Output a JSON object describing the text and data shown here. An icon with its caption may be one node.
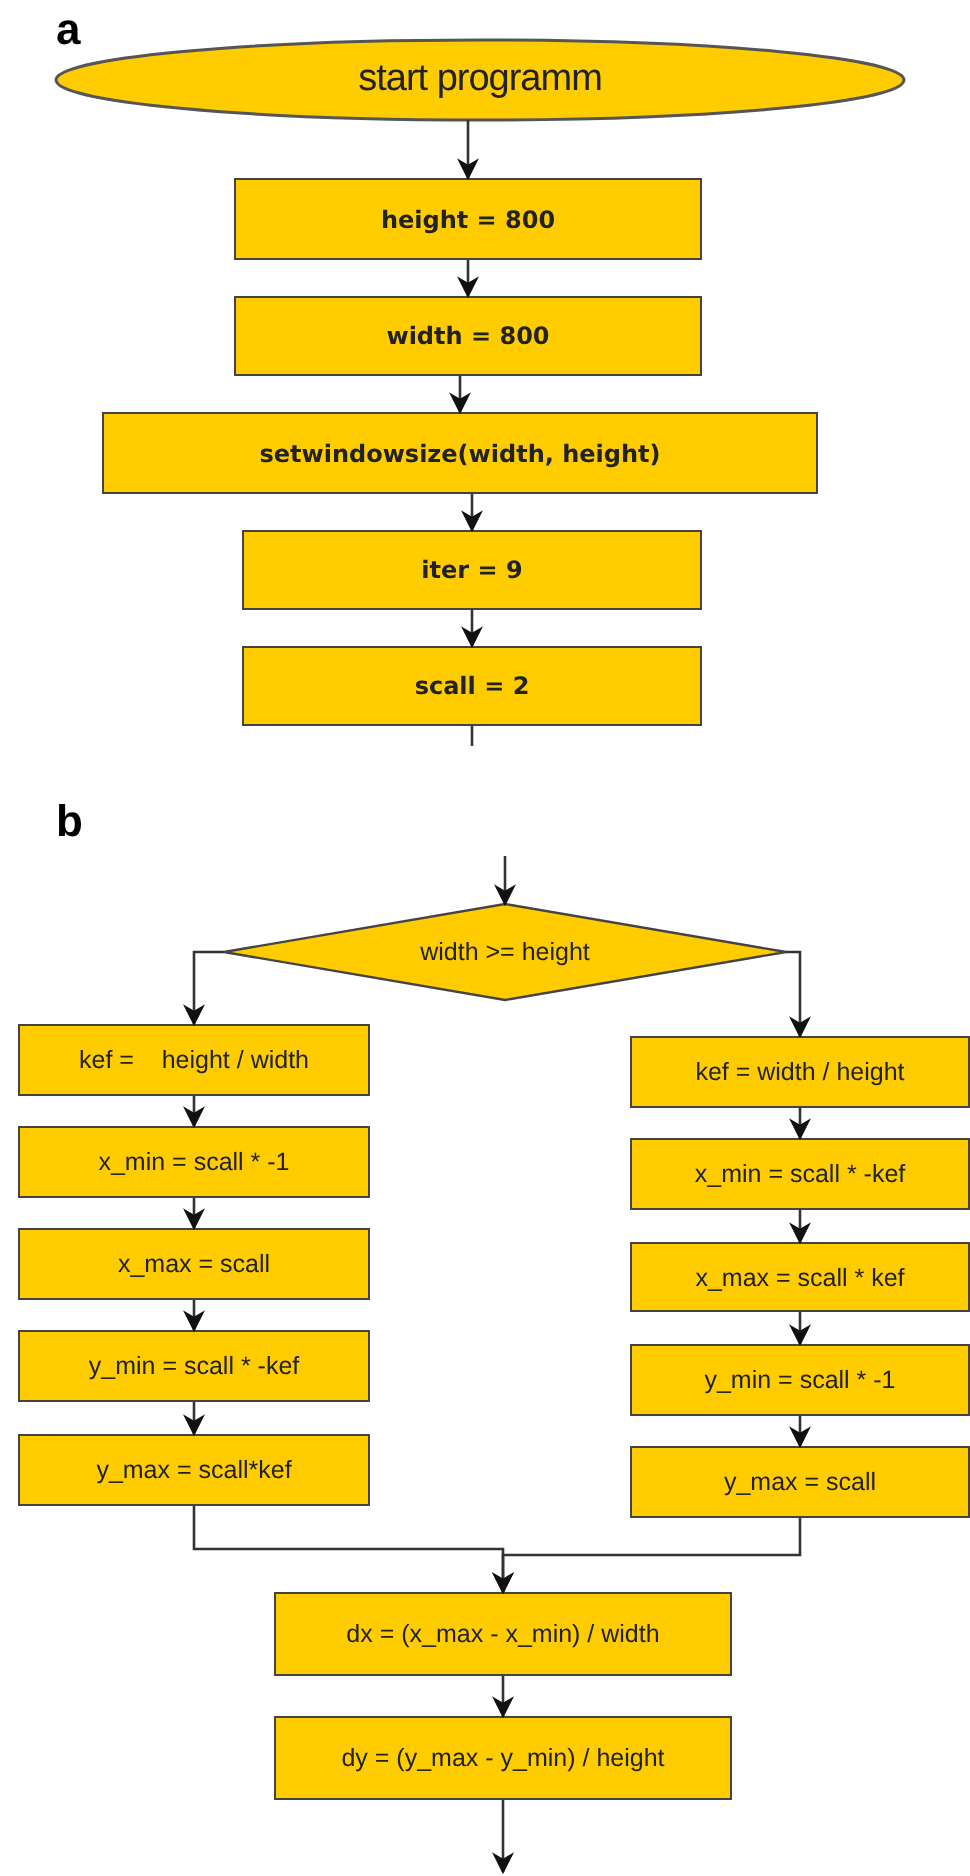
{
  "diagram": {
    "nodes": [
      {
        "text": [
          "start programm"
        ]
      },
      {
        "text": [
          "height = 800"
        ]
      },
      {
        "text": [
          "width = 800"
        ]
      },
      {
        "text": [
          "setwindowsize(width, height)"
        ]
      },
      {
        "text": [
          "iter = 9"
        ]
      },
      {
        "text": [
          "scall = 2"
        ]
      },
      {
        "text": [
          "width >= height"
        ]
      },
      {
        "text": [
          "kef =    height / width"
        ]
      },
      {
        "text": [
          "x_min = scall * -1"
        ]
      },
      {
        "text": [
          "x_max = scall"
        ]
      },
      {
        "text": [
          "y_min = scall * -kef"
        ]
      },
      {
        "text": [
          "y_max = scall*kef"
        ]
      },
      {
        "text": [
          "kef = width / height"
        ]
      },
      {
        "text": [
          "x_min = scall * -kef"
        ]
      },
      {
        "text": [
          "x_max = scall * kef"
        ]
      },
      {
        "text": [
          "y_min = scall * -1"
        ]
      },
      {
        "text": [
          "y_max = scall"
        ]
      },
      {
        "text": [
          "dx = (x_max - x_min) / width"
        ]
      },
      {
        "text": [
          "dy = (y_max - y_min) / height"
        ]
      }
    ],
    "edges": [
      {
        "from": 0,
        "to": 1,
        "arrow": "to"
      },
      {
        "from": 1,
        "to": 2,
        "arrow": "to"
      },
      {
        "from": 2,
        "to": 3,
        "arrow": "to"
      },
      {
        "from": 3,
        "to": 4,
        "arrow": "to"
      },
      {
        "from": 4,
        "to": 5,
        "arrow": "to"
      },
      {
        "from": 5,
        "to": null,
        "arrow": "none"
      },
      {
        "from": null,
        "to": 6,
        "arrow": "to"
      },
      {
        "from": 6,
        "to": 7,
        "arrow": "to"
      },
      {
        "from": 7,
        "to": 8,
        "arrow": "to"
      },
      {
        "from": 8,
        "to": 9,
        "arrow": "to"
      },
      {
        "from": 9,
        "to": 10,
        "arrow": "to"
      },
      {
        "from": 10,
        "to": 11,
        "arrow": "to"
      },
      {
        "from": 6,
        "to": 12,
        "arrow": "to"
      },
      {
        "from": 12,
        "to": 13,
        "arrow": "to"
      },
      {
        "from": 13,
        "to": 14,
        "arrow": "to"
      },
      {
        "from": 14,
        "to": 15,
        "arrow": "to"
      },
      {
        "from": 15,
        "to": 16,
        "arrow": "to"
      },
      {
        "from": 11,
        "to": 17,
        "arrow": "to"
      },
      {
        "from": 16,
        "to": 17,
        "arrow": "to"
      },
      {
        "from": 17,
        "to": 18,
        "arrow": "to"
      },
      {
        "from": 18,
        "to": null,
        "arrow": "to"
      }
    ],
    "labels": [
      "a",
      "b"
    ]
  }
}
